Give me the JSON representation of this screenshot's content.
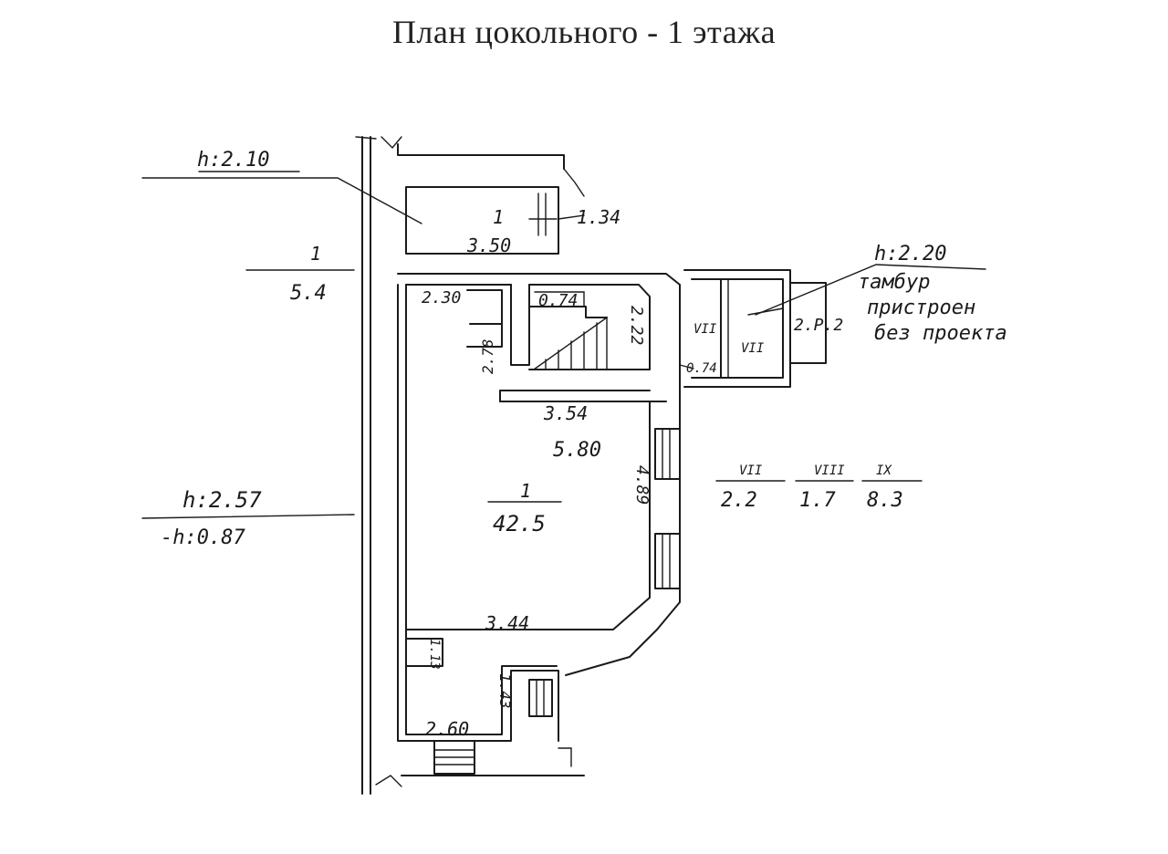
{
  "title": "План цокольного - 1 этажа",
  "heights": {
    "left_top": "h:2.10",
    "right_top": "h:2.20",
    "left_mid": "h:2.57",
    "left_mid_low": "-h:0.87"
  },
  "rooms": {
    "small_top_number": "1",
    "small_top_width": "3.50",
    "small_top_side": "1.34",
    "outside_left_fraction_top": "1",
    "outside_left_fraction_bottom": "5.4",
    "main_number": "1",
    "main_area": "42.5",
    "vestibule_top": "VII",
    "vestibule_area": "VII",
    "vestibule_side": "2.P.2",
    "vestibule_small": "0.74"
  },
  "dimensions": {
    "d_2_30": "2.30",
    "d_0_74": "0.74",
    "d_2_22": "2.22",
    "d_2_78": "2.78",
    "d_3_54": "3.54",
    "d_5_80": "5.80",
    "d_4_89": "4.89",
    "d_3_44": "3.44",
    "d_1_13": "1.13",
    "d_1_43": "1.43",
    "d_2_60": "2.60"
  },
  "note_lines": [
    "тамбур",
    "пристроен",
    "без проекта"
  ],
  "explication": [
    {
      "numeral": "VII",
      "value": "2.2"
    },
    {
      "numeral": "VIII",
      "value": "1.7"
    },
    {
      "numeral": "IX",
      "value": "8.3"
    }
  ]
}
